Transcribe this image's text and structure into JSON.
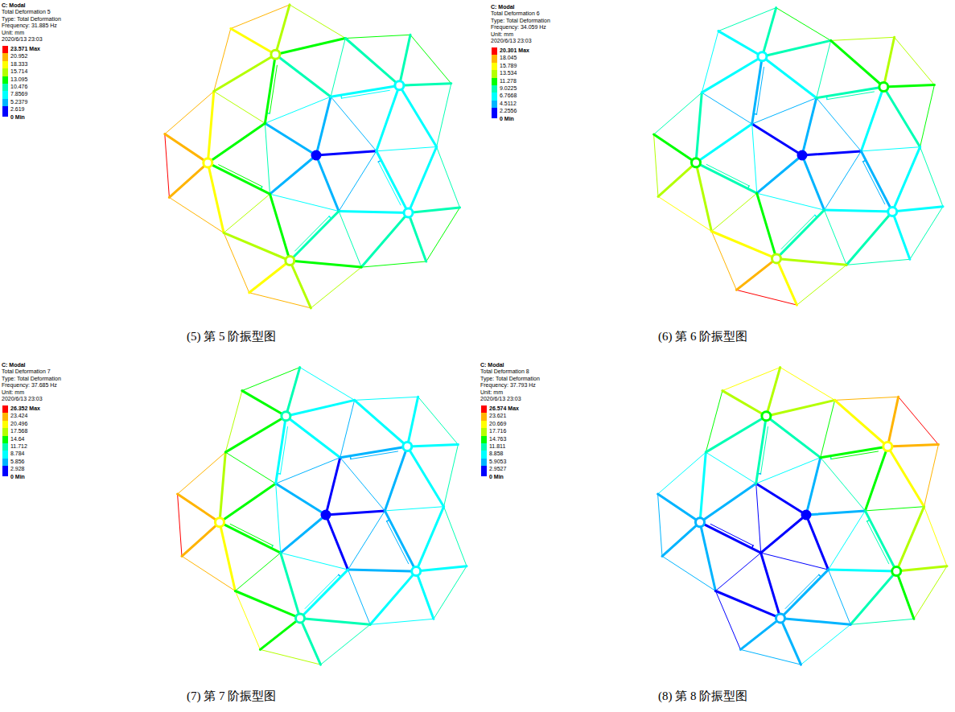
{
  "diagram": {
    "labels": [
      "C: Modal",
      "Total Deformation 5",
      "Type: Total Deformation",
      "Frequency: 31.885 Hz",
      "Unit: mm",
      "2020/6/13 23:03",
      "C: Modal",
      "Total Deformation 6",
      "Type: Total Deformation",
      "Frequency: 34.059 Hz",
      "Unit: mm",
      "2020/6/13 23:03",
      "C: Modal",
      "Total Deformation 7",
      "Type: Total Deformation",
      "Frequency: 37.685 Hz",
      "Unit: mm",
      "2020/6/13 23:03",
      "C: Modal",
      "Total Deformation 8",
      "Type: Total Deformation",
      "Frequency: 37.793 Hz",
      "Unit: mm",
      "2020/6/13 23:03",
      "(5) 第 5 阶振型图",
      "(6) 第 6 阶振型图",
      "(7) 第 7 阶振型图",
      "(8) 第 8 阶振型图"
    ],
    "legend": [
      {
        "text": "23.571 Max",
        "color": "#ff0000"
      },
      {
        "text": "20.952",
        "color": "#ffb400"
      },
      {
        "text": "18.333",
        "color": "#ffff00"
      },
      {
        "text": "15.714",
        "color": "#b4ff00"
      },
      {
        "text": "13.095",
        "color": "#00ff00"
      },
      {
        "text": "10.476",
        "color": "#00ffb4"
      },
      {
        "text": "7.8569",
        "color": "#00ffff"
      },
      {
        "text": "5.2379",
        "color": "#00b4ff"
      },
      {
        "text": "2.619",
        "color": "#0000ff"
      },
      {
        "text": "0 Min",
        "color": "#0000ff"
      },
      {
        "text": "20.301 Max",
        "color": "#ff0000"
      },
      {
        "text": "18.045",
        "color": "#ffb400"
      },
      {
        "text": "15.789",
        "color": "#ffff00"
      },
      {
        "text": "13.534",
        "color": "#b4ff00"
      },
      {
        "text": "11.278",
        "color": "#00ff00"
      },
      {
        "text": "9.0225",
        "color": "#00ffb4"
      },
      {
        "text": "6.7668",
        "color": "#00ffff"
      },
      {
        "text": "4.5112",
        "color": "#00b4ff"
      },
      {
        "text": "2.2556",
        "color": "#0000ff"
      },
      {
        "text": "0 Min",
        "color": "#0000ff"
      },
      {
        "text": "26.352 Max",
        "color": "#ff0000"
      },
      {
        "text": "23.424",
        "color": "#ffb400"
      },
      {
        "text": "20.496",
        "color": "#ffff00"
      },
      {
        "text": "17.568",
        "color": "#b4ff00"
      },
      {
        "text": "14.64",
        "color": "#00ff00"
      },
      {
        "text": "11.712",
        "color": "#00ffb4"
      },
      {
        "text": "8.784",
        "color": "#00ffff"
      },
      {
        "text": "5.856",
        "color": "#00b4ff"
      },
      {
        "text": "2.928",
        "color": "#0000ff"
      },
      {
        "text": "0 Min",
        "color": "#0000ff"
      },
      {
        "text": "26.574 Max",
        "color": "#ff0000"
      },
      {
        "text": "23.621",
        "color": "#ffb400"
      },
      {
        "text": "20.669",
        "color": "#ffff00"
      },
      {
        "text": "17.716",
        "color": "#b4ff00"
      },
      {
        "text": "14.763",
        "color": "#00ff00"
      },
      {
        "text": "11.811",
        "color": "#00ffb4"
      },
      {
        "text": "8.858",
        "color": "#00ffff"
      },
      {
        "text": "5.9053",
        "color": "#00b4ff"
      },
      {
        "text": "2.9527",
        "color": "#0000ff"
      },
      {
        "text": "0 Min",
        "color": "#0000ff"
      }
    ]
  }
}
